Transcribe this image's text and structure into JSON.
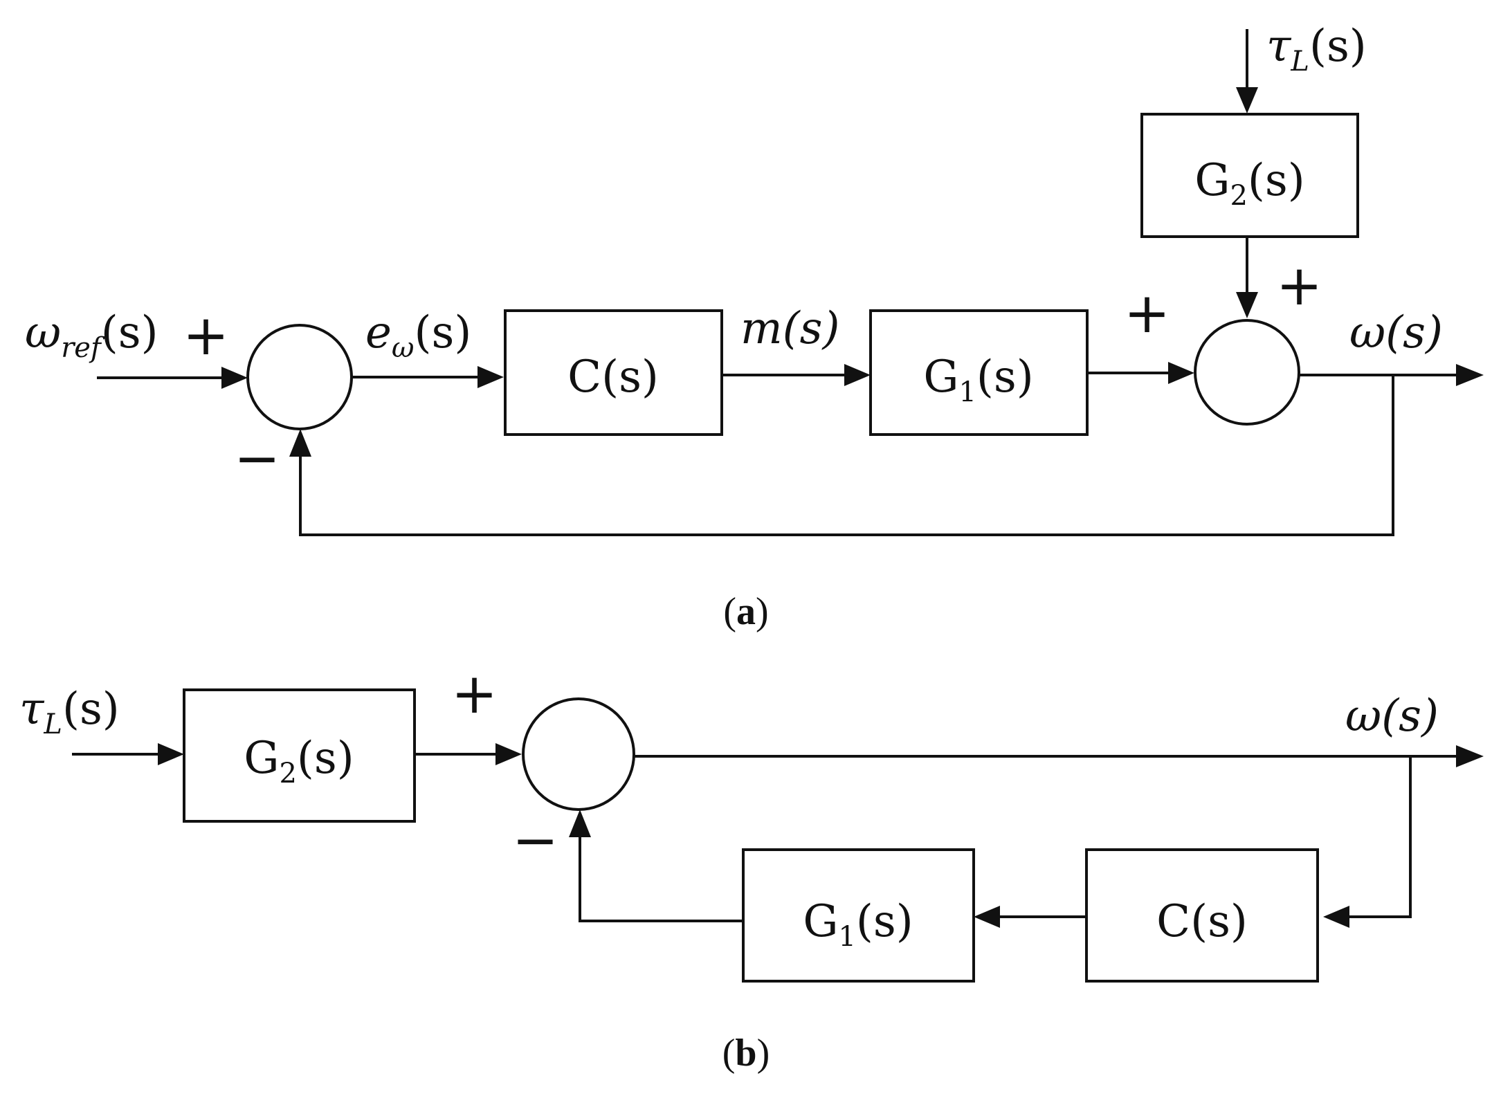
{
  "diagram_a": {
    "caption_open": "(",
    "caption_letter": "a",
    "caption_close": ")",
    "input_label_symbol": "ω",
    "input_label_subscript": "ref",
    "input_label_arg": "(s)",
    "sum1_plus": "+",
    "sum1_minus": "−",
    "error_label_symbol": "e",
    "error_label_subscript": "ω",
    "error_label_arg": "(s)",
    "controller_block": "C(s)",
    "control_signal_label": "m(s)",
    "plant_block_symbol": "G",
    "plant_block_subscript": "1",
    "plant_block_arg": "(s)",
    "sum2_plus_left": "+",
    "sum2_plus_top": "+",
    "disturbance_label_symbol": "τ",
    "disturbance_label_subscript": "L",
    "disturbance_label_arg": "(s)",
    "disturbance_block_symbol": "G",
    "disturbance_block_subscript": "2",
    "disturbance_block_arg": "(s)",
    "output_label": "ω(s)"
  },
  "diagram_b": {
    "caption_open": "(",
    "caption_letter": "b",
    "caption_close": ")",
    "input_label_symbol": "τ",
    "input_label_subscript": "L",
    "input_label_arg": "(s)",
    "disturbance_block_symbol": "G",
    "disturbance_block_subscript": "2",
    "disturbance_block_arg": "(s)",
    "sum_plus": "+",
    "sum_minus": "−",
    "output_label": "ω(s)",
    "controller_block": "C(s)",
    "plant_block_symbol": "G",
    "plant_block_subscript": "1",
    "plant_block_arg": "(s)"
  }
}
